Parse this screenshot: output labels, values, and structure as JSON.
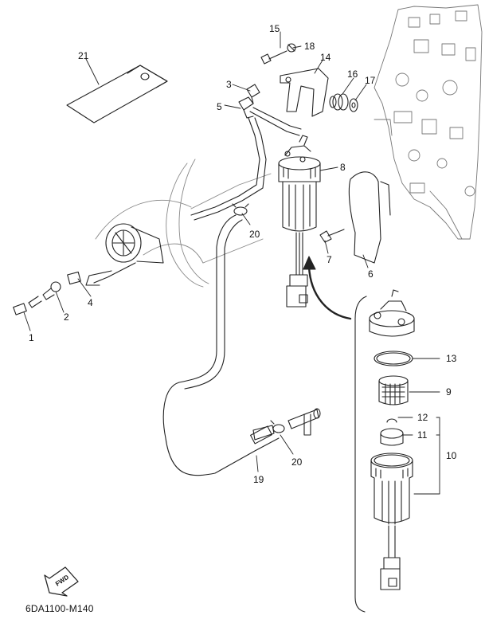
{
  "diagram_code": "6DA1100-M140",
  "fwd_label": "FWD",
  "callouts": {
    "c1": "1",
    "c2": "2",
    "c3": "3",
    "c4": "4",
    "c5": "5",
    "c6": "6",
    "c7": "7",
    "c8": "8",
    "c9": "9",
    "c10": "10",
    "c11": "11",
    "c12": "12",
    "c13": "13",
    "c14": "14",
    "c15": "15",
    "c16": "16",
    "c17": "17",
    "c18": "18",
    "c19": "19",
    "c20a": "20",
    "c20b": "20",
    "c21": "21"
  }
}
